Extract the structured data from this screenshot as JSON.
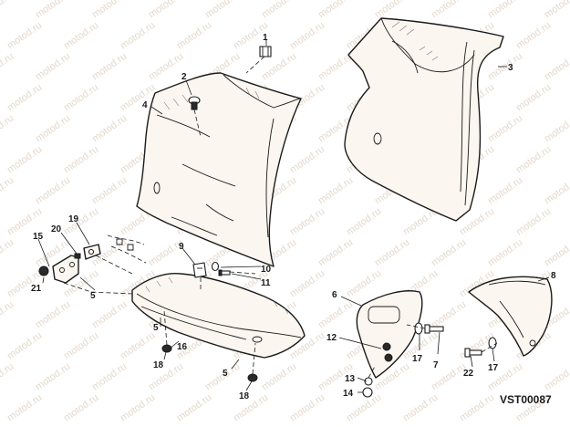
{
  "watermark": "motod.ru",
  "reference_code": "VST00087",
  "callouts": {
    "c1": "1",
    "c2": "2",
    "c3": "3",
    "c4": "4",
    "c5a": "5",
    "c5b": "5",
    "c5c": "5",
    "c6": "6",
    "c7": "7",
    "c8": "8",
    "c9": "9",
    "c10": "10",
    "c11": "11",
    "c12": "12",
    "c13": "13",
    "c14": "14",
    "c15": "15",
    "c16": "16",
    "c17a": "17",
    "c17b": "17",
    "c18a": "18",
    "c18b": "18",
    "c19": "19",
    "c20": "20",
    "c21": "21",
    "c22": "22"
  }
}
